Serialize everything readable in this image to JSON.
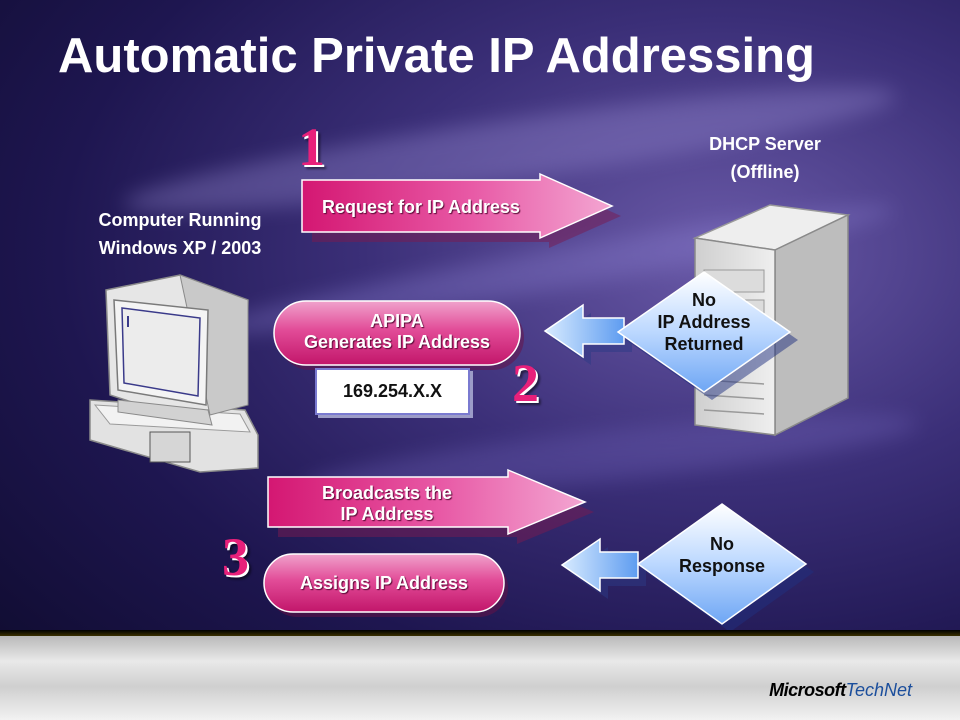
{
  "title": "Automatic Private IP Addressing",
  "computer": {
    "label_lines": [
      "Computer Running",
      "Windows XP / 2003"
    ],
    "icon": "computer-icon"
  },
  "server": {
    "label_lines": [
      "DHCP Server",
      "(Offline)"
    ],
    "icon": "server-icon"
  },
  "steps": [
    {
      "number": "1",
      "arrow_label": [
        "Request for IP Address"
      ]
    },
    {
      "number": "2",
      "pill_label": [
        "APIPA",
        "Generates IP Address"
      ],
      "address": "169.254.X.X",
      "response_label": [
        "No",
        "IP Address",
        "Returned"
      ]
    },
    {
      "number": "3",
      "arrow_label": [
        "Broadcasts the",
        "IP Address"
      ],
      "pill_label": [
        "Assigns IP Address"
      ],
      "response_label": [
        "No",
        "Response"
      ]
    }
  ],
  "footer": {
    "brand": "Microsoft",
    "product": "TechNet"
  },
  "colors": {
    "magenta": "#e8207a",
    "light_blue": "#8fc0ff",
    "background": "#2a2264"
  }
}
